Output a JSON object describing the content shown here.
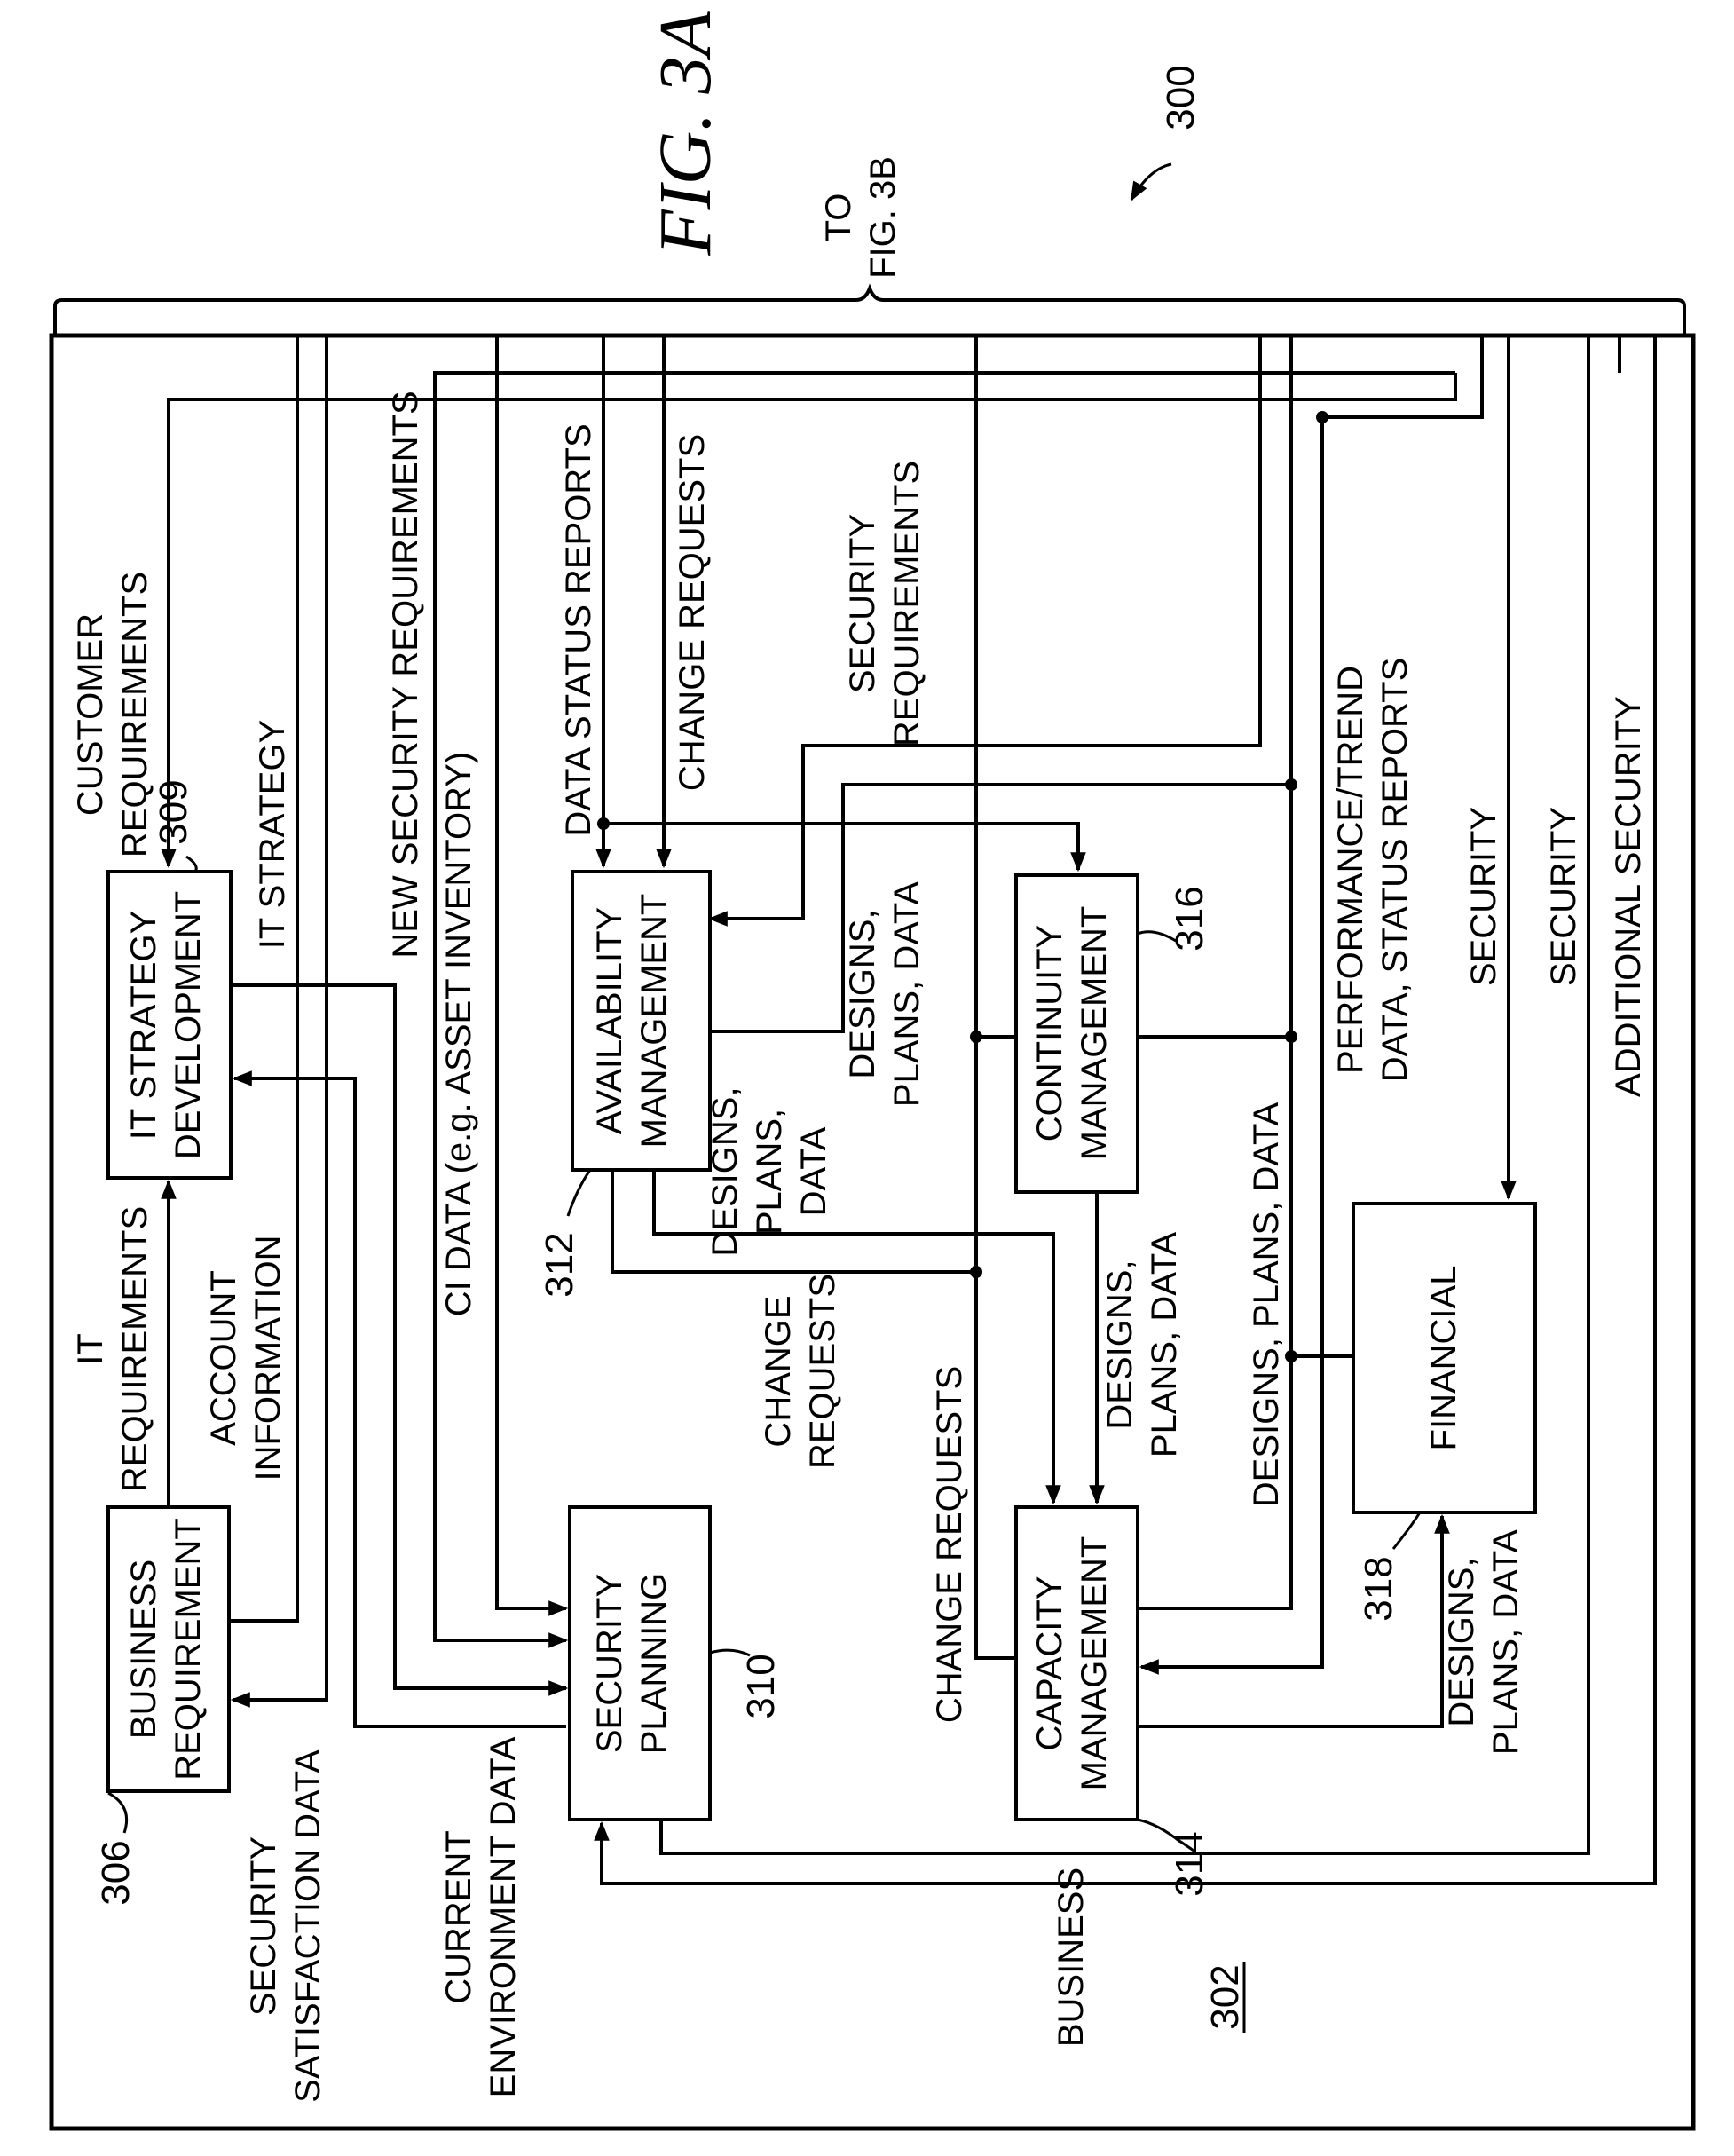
{
  "figure": {
    "title": "FIG. 3A",
    "reference_number": "300",
    "continuation_label": [
      "TO",
      "FIG. 3B"
    ],
    "container": {
      "reference_number": "302",
      "label": "BUSINESS"
    }
  },
  "blocks": {
    "business_requirement": {
      "lines": [
        "BUSINESS",
        "REQUIREMENT"
      ],
      "ref": "306"
    },
    "it_strategy": {
      "lines": [
        "IT STRATEGY",
        "DEVELOPMENT"
      ],
      "ref": "309"
    },
    "security_planning": {
      "lines": [
        "SECURITY",
        "PLANNING"
      ],
      "ref": "310"
    },
    "availability": {
      "lines": [
        "AVAILABILITY",
        "MANAGEMENT"
      ],
      "ref": "312"
    },
    "capacity": {
      "lines": [
        "CAPACITY",
        "MANAGEMENT"
      ],
      "ref": "314"
    },
    "continuity": {
      "lines": [
        "CONTINUITY",
        "MANAGEMENT"
      ],
      "ref": "316"
    },
    "financial": {
      "lines": [
        "FINANCIAL"
      ],
      "ref": "318"
    }
  },
  "flows": {
    "customer_requirements": [
      "CUSTOMER",
      "REQUIREMENTS"
    ],
    "it_requirements": [
      "IT",
      "REQUIREMENTS"
    ],
    "it_strategy": [
      "IT STRATEGY"
    ],
    "account_information": [
      "ACCOUNT",
      "INFORMATION"
    ],
    "security_satisfaction_data": [
      "SECURITY",
      "SATISFACTION DATA"
    ],
    "new_security_requirements": [
      "NEW SECURITY REQUIREMENTS"
    ],
    "ci_data": [
      "CI DATA (e.g. ASSET INVENTORY)"
    ],
    "current_environment_data": [
      "CURRENT",
      "ENVIRONMENT DATA"
    ],
    "data_status_reports": [
      "DATA STATUS REPORTS"
    ],
    "change_requests_top": [
      "CHANGE REQUESTS"
    ],
    "security_requirements": [
      "SECURITY",
      "REQUIREMENTS"
    ],
    "designs_avail_right": [
      "DESIGNS,",
      "PLANS, DATA"
    ],
    "designs_avail_below": [
      "DESIGNS,",
      "PLANS,",
      "DATA"
    ],
    "change_requests_mid": [
      "CHANGE",
      "REQUESTS"
    ],
    "change_requests_long": [
      "CHANGE REQUESTS"
    ],
    "designs_continuity_below": [
      "DESIGNS,",
      "PLANS, DATA"
    ],
    "designs_financial_left": [
      "DESIGNS, PLANS, DATA"
    ],
    "performance_trend": [
      "PERFORMANCE/TREND",
      "DATA, STATUS REPORTS"
    ],
    "security_1": [
      "SECURITY"
    ],
    "security_2": [
      "SECURITY"
    ],
    "additional_security": [
      "ADDITIONAL SECURITY"
    ],
    "designs_financial_below": [
      "DESIGNS,",
      "PLANS, DATA"
    ]
  }
}
